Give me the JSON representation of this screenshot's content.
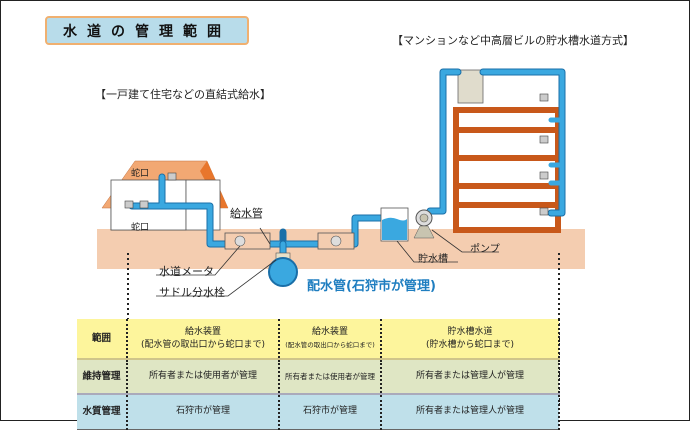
{
  "title": "水道の管理範囲",
  "sections": {
    "house_heading": "【一戸建て住宅などの直結式給水】",
    "building_heading": "【マンションなど中高層ビルの貯水槽水道方式】"
  },
  "labels": {
    "faucet_upper": "蛇口",
    "faucet_lower": "蛇口",
    "supply_pipe": "給水管",
    "water_meter": "水道メータ",
    "saddle_valve": "サドル分水栓",
    "distribution_main": "配水管(石狩市が管理)",
    "storage_tank": "貯水槽",
    "pump": "ポンプ"
  },
  "colors": {
    "pipe": "#3aa8e0",
    "pipe_outline": "#1a6fa8",
    "ground": "#f4cdb0",
    "roof": "#f2a873",
    "building_frame": "#c8581a",
    "row_scope": "#fdf59c",
    "row_maintenance": "#dfe6c4",
    "row_quality": "#bfe0ea"
  },
  "table": {
    "rows": [
      {
        "header": "範囲",
        "cells": [
          {
            "line1": "給水装置",
            "line2": "(配水管の取出口から蛇口まで)"
          },
          {
            "line1": "給水装置",
            "line2": "(配水管の取出口から蛇口まで)"
          },
          {
            "line1": "貯水槽水道",
            "line2": "(貯水槽から蛇口まで)"
          }
        ]
      },
      {
        "header": "維持管理",
        "cells": [
          {
            "line1": "所有者または使用者が管理"
          },
          {
            "line1": "所有者または使用者が管理"
          },
          {
            "line1": "所有者または管理人が管理"
          }
        ]
      },
      {
        "header": "水質管理",
        "cells": [
          {
            "line1": "石狩市が管理"
          },
          {
            "line1": "石狩市が管理"
          },
          {
            "line1": "所有者または管理人が管理"
          }
        ]
      }
    ]
  }
}
